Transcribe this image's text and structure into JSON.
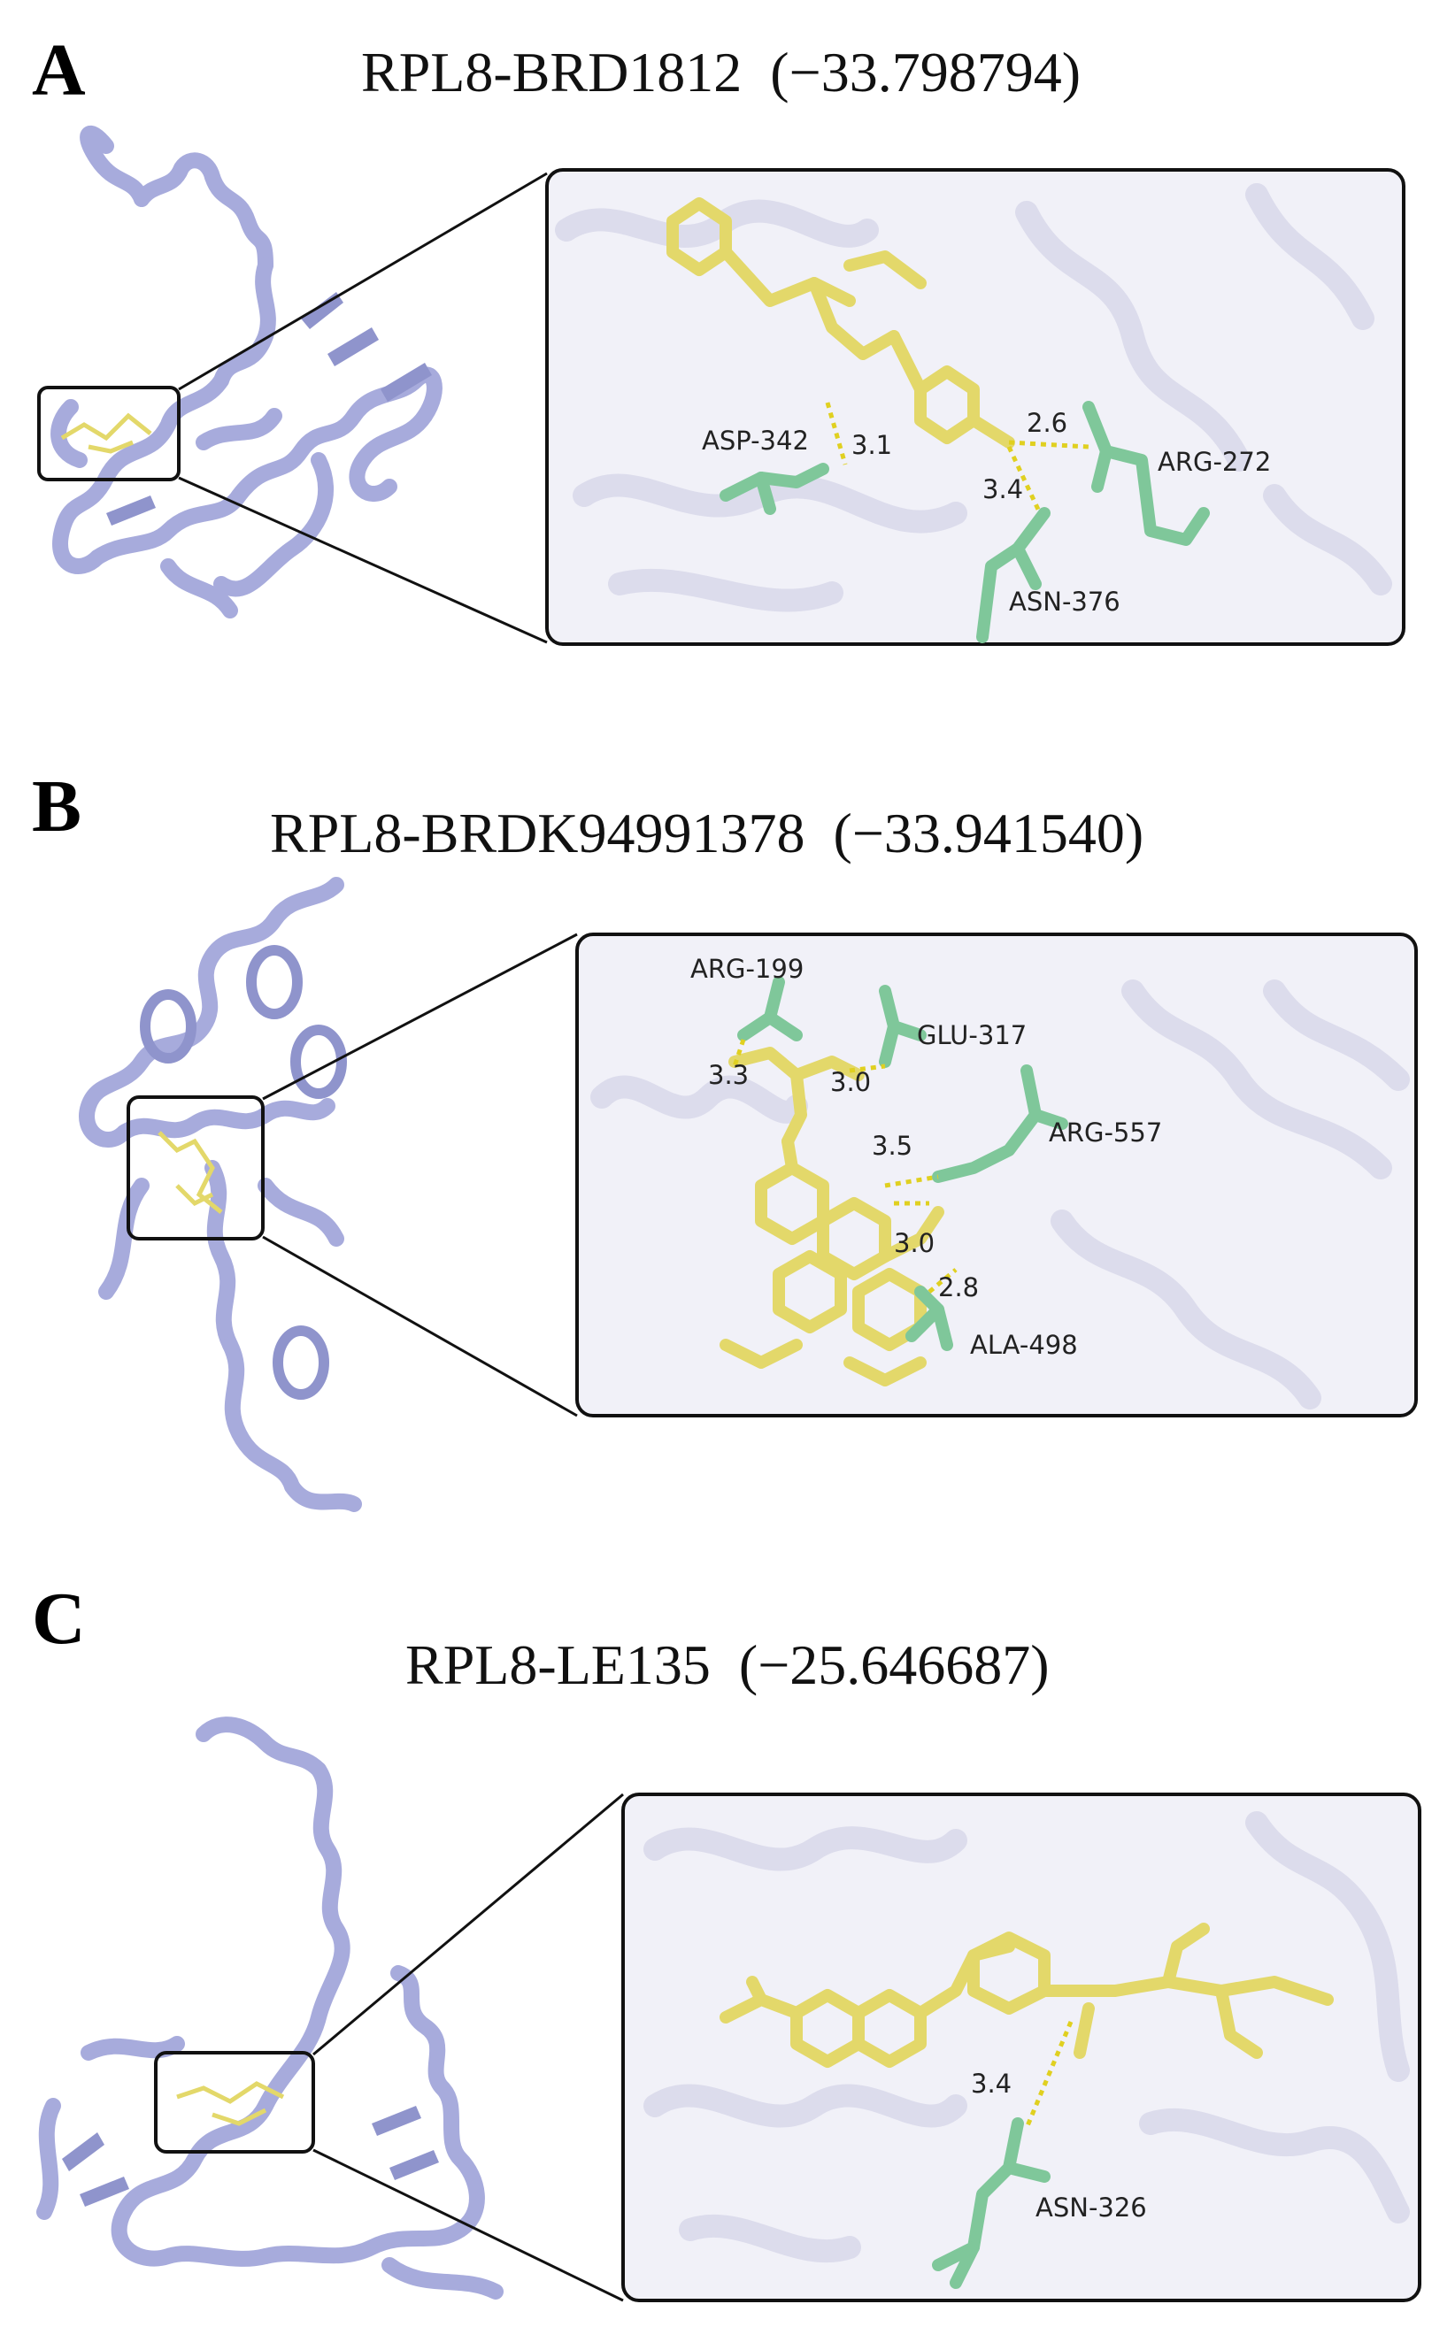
{
  "panels": [
    {
      "letter": "A",
      "title": "RPL8-BRD1812",
      "score": "(−33.798794)",
      "residues": [
        "ASP-342",
        "ARG-272",
        "ASN-376"
      ],
      "distances": [
        "3.1",
        "2.6",
        "3.4"
      ]
    },
    {
      "letter": "B",
      "title": "RPL8-BRDK94991378",
      "score": "(−33.941540)",
      "residues": [
        "ARG-199",
        "GLU-317",
        "ARG-557",
        "ALA-498"
      ],
      "distances": [
        "3.3",
        "3.0",
        "3.5",
        "3.0",
        "2.8"
      ]
    },
    {
      "letter": "C",
      "title": "RPL8-LE135",
      "score": "(−25.646687)",
      "residues": [
        "ASN-326"
      ],
      "distances": [
        "3.4"
      ]
    }
  ],
  "colors": {
    "protein": "#a7abdc",
    "protein_dark": "#8f94cc",
    "ligand": "#e3d86a",
    "residue": "#7fc79a",
    "hbond": "#e0d020",
    "zoom_bg": "#f1f1f8",
    "zoom_ghost": "#dcdcec"
  }
}
